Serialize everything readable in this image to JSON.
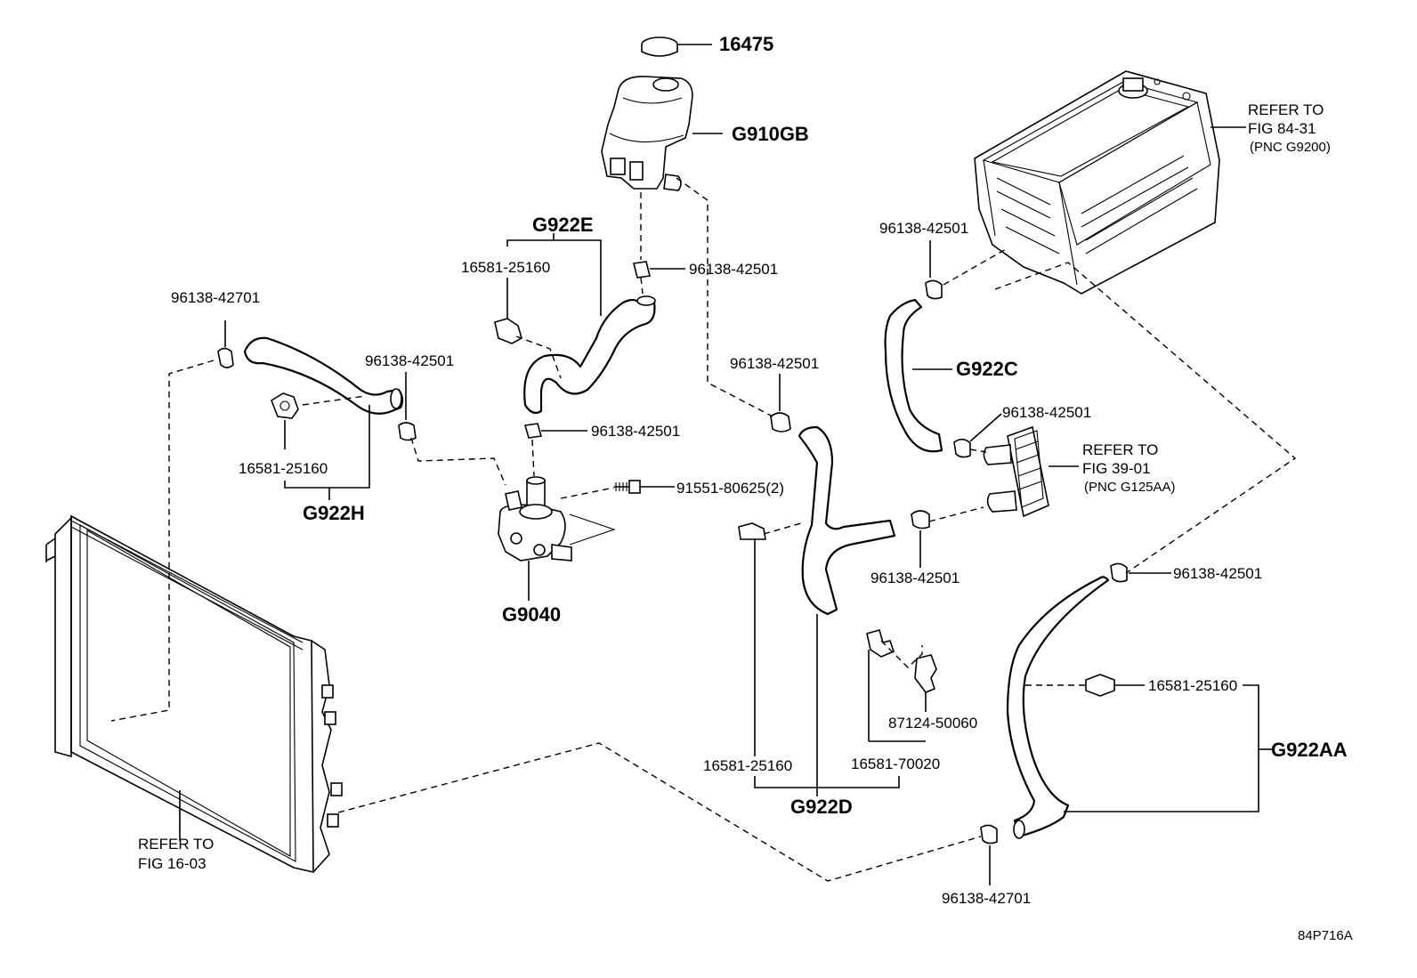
{
  "diagram_id": "84P716A",
  "parts": {
    "p16475": "16475",
    "g910gb": "G910GB",
    "g922e": "G922E",
    "p16581_e": "16581-25160",
    "p96138_425_tank": "96138-42501",
    "p96138_425_pump": "96138-42501",
    "p96138_427_left": "96138-42701",
    "p96138_425_left": "96138-42501",
    "p16581_h": "16581-25160",
    "g922h": "G922H",
    "p91551": "91551-80625(2)",
    "g9040": "G9040",
    "p96138_425_mid": "96138-42501",
    "p16581_d": "16581-25160",
    "p16581_70020": "16581-70020",
    "p87124": "87124-50060",
    "g922d": "G922D",
    "p96138_425_inv": "96138-42501",
    "g922c": "G922C",
    "p96138_425_cooler_top": "96138-42501",
    "p96138_425_cooler_bot": "96138-42501",
    "p96138_425_aa_top": "96138-42501",
    "p16581_aa": "16581-25160",
    "g922aa": "G922AA",
    "p96138_427_bottom": "96138-42701"
  },
  "refs": {
    "inverter": {
      "line1": "REFER TO",
      "line2": "FIG 84-31",
      "line3": "(PNC G9200)"
    },
    "cooler": {
      "line1": "REFER TO",
      "line2": "FIG 39-01",
      "line3": "(PNC G125AA)"
    },
    "radiator": {
      "line1": "REFER TO",
      "line2": "FIG 16-03"
    }
  }
}
